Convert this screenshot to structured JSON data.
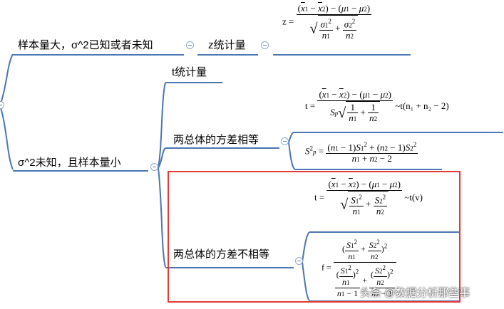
{
  "nodes": {
    "large_sample": "样本量大，σ^2已知或者未知",
    "z_stat": "z统计量",
    "small_sample": "σ^2未知，且样本量小",
    "t_stat": "t统计量",
    "equal_var": "两总体的方差相等",
    "unequal_var": "两总体的方差不相等"
  },
  "formulas": {
    "z_lhs": "z =",
    "t_lhs": "t =",
    "t_tail": "~t(n₁ + n₂ − 2)",
    "sp_lhs": "S",
    "t2_lhs": "t =",
    "t2_tail": "~t(v)",
    "f_lhs": "f ="
  },
  "watermark": "头条 @数据分析那些事",
  "colors": {
    "branch": "#4a76b4",
    "highlight": "#e53935"
  }
}
